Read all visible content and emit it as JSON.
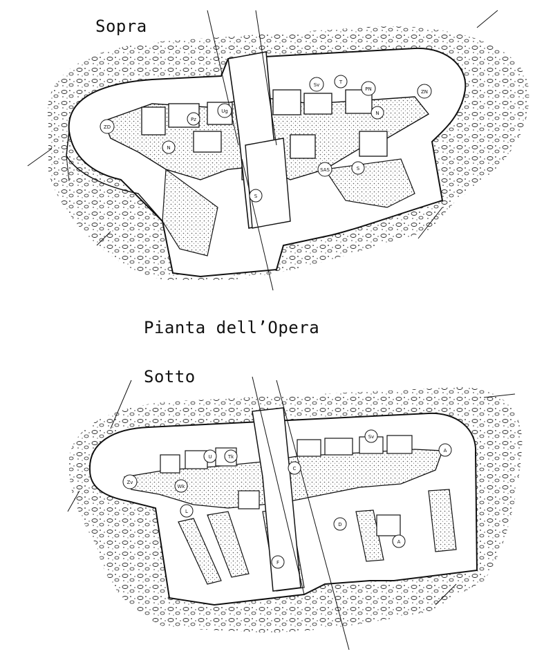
{
  "captions": {
    "top": "Sopra",
    "middle": "Pianta dell’Opera",
    "bottom": "Sotto"
  },
  "top_plan": {
    "room_labels": [
      "ZD",
      "N",
      "Pz",
      "Ug",
      "Sv",
      "T",
      "PN",
      "ZN",
      "N",
      "SAS",
      "S",
      "S"
    ]
  },
  "bottom_plan": {
    "room_labels": [
      "Zv",
      "Wk",
      "L",
      "U",
      "Tk",
      "C",
      "Sv",
      "A",
      "D",
      "A",
      "F"
    ]
  },
  "colors": {
    "ink": "#111111",
    "paper": "#ffffff",
    "stipple": "#8a8a8a"
  }
}
